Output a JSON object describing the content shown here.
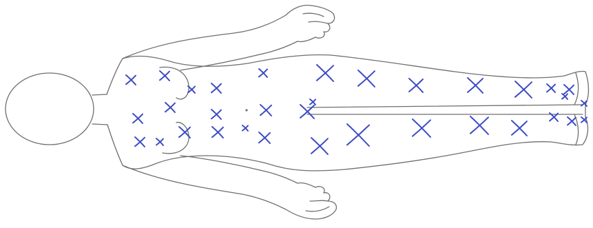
{
  "figure": {
    "kind": "body-chart-supine-top-view",
    "ink_color": "#3b4bc4",
    "outline_color": "#6e6e6e",
    "mark_symbol": "x-mark",
    "mark_count": 34
  }
}
